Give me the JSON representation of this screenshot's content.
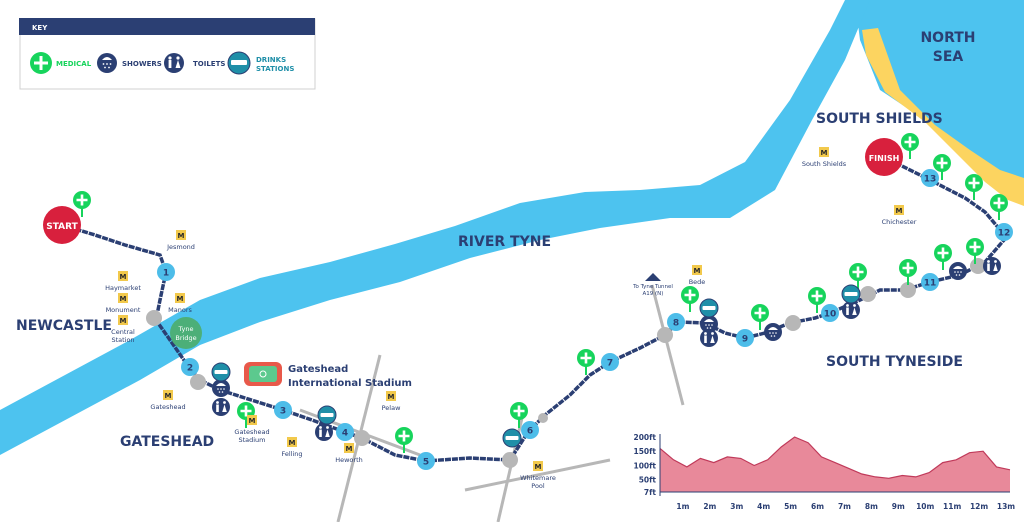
{
  "key": {
    "title": "KEY",
    "medical": "MEDICAL",
    "showers": "SHOWERS",
    "toilets": "TOILETS",
    "drinks_line1": "DRINKS",
    "drinks_line2": "STATIONS"
  },
  "regions": {
    "newcastle": "NEWCASTLE",
    "gateshead": "GATESHEAD",
    "south_tyneside": "SOUTH TYNESIDE",
    "south_shields": "SOUTH SHIELDS",
    "river": "RIVER TYNE",
    "sea_line1": "NORTH",
    "sea_line2": "SEA"
  },
  "route": {
    "start": "START",
    "finish": "FINISH",
    "bridge_line1": "Tyne",
    "bridge_line2": "Bridge",
    "stadium_line1": "Gateshead",
    "stadium_line2": "International Stadium",
    "tunnel_line1": "To Tyne Tunnel",
    "tunnel_line2": "A19 (N)",
    "mile_markers": [
      "1",
      "2",
      "3",
      "4",
      "5",
      "6",
      "7",
      "8",
      "9",
      "10",
      "11",
      "12",
      "13"
    ]
  },
  "stations": {
    "jesmond": "Jesmond",
    "haymarket": "Haymarket",
    "monument": "Monument",
    "manors": "Manors",
    "central_line1": "Central",
    "central_line2": "Station",
    "gateshead": "Gateshead",
    "gs_stadium_line1": "Gateshead",
    "gs_stadium_line2": "Stadium",
    "felling": "Felling",
    "heworth": "Heworth",
    "pelaw": "Pelaw",
    "whitemare_line1": "Whitemare",
    "whitemare_line2": "Pool",
    "bede": "Bede",
    "chichester": "Chichester",
    "south_shields": "South Shields"
  },
  "metro_symbol": "M",
  "elevation": {
    "y_labels": [
      "200ft",
      "150ft",
      "100ft",
      "50ft",
      "7ft"
    ],
    "x_labels": [
      "1m",
      "2m",
      "3m",
      "4m",
      "5m",
      "6m",
      "7m",
      "8m",
      "9m",
      "10m",
      "11m",
      "12m",
      "13m"
    ]
  },
  "chart_data": {
    "type": "area",
    "title": "",
    "xlabel": "",
    "ylabel": "",
    "x": [
      0,
      0.5,
      1,
      1.5,
      2,
      2.5,
      3,
      3.5,
      4,
      4.5,
      5,
      5.5,
      6,
      6.5,
      7,
      7.5,
      8,
      8.5,
      9,
      9.5,
      10,
      10.5,
      11,
      11.5,
      12,
      12.5,
      13
    ],
    "values": [
      160,
      120,
      95,
      125,
      110,
      130,
      125,
      100,
      120,
      165,
      200,
      180,
      130,
      110,
      90,
      70,
      60,
      55,
      65,
      60,
      75,
      110,
      120,
      145,
      150,
      95,
      85
    ],
    "ylim": [
      7,
      200
    ],
    "xlim": [
      0,
      13
    ]
  },
  "colors": {
    "navy": "#2b3f73",
    "water": "#4dc3ef",
    "sand": "#fcd460",
    "green": "#17d45c",
    "red": "#d8203d",
    "mile_blue": "#4dbde9",
    "teal": "#1f8fa8",
    "grey": "#b7b7b7",
    "elev_fill": "#e8899a",
    "elev_line": "#c03a5a"
  }
}
